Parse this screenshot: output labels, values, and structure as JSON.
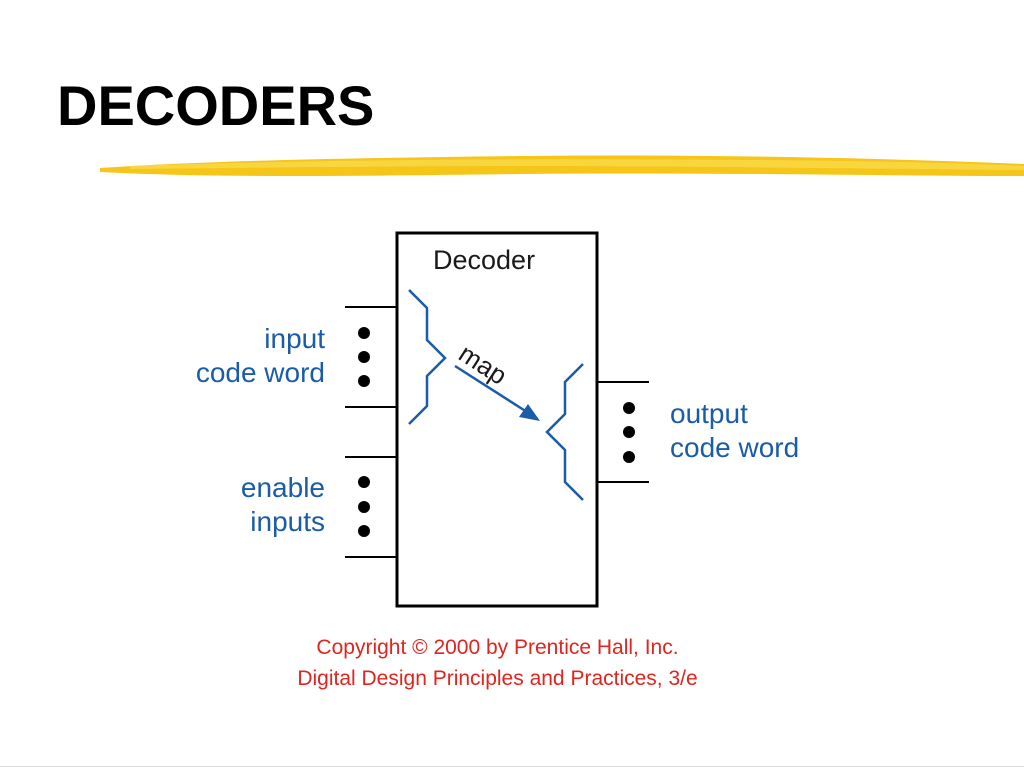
{
  "slide": {
    "title": "DECODERS",
    "accent_color": "#f5c518"
  },
  "diagram": {
    "box_title": "Decoder",
    "map_label": "map",
    "input_label_line1": "input",
    "input_label_line2": "code word",
    "enable_label_line1": "enable",
    "enable_label_line2": "inputs",
    "output_label_line1": "output",
    "output_label_line2": "code word",
    "label_color": "#1a5ca8"
  },
  "footer": {
    "copyright_line1": "Copyright © 2000 by Prentice Hall, Inc.",
    "copyright_line2": "Digital Design Principles and Practices, 3/e",
    "color": "#e0241f"
  }
}
